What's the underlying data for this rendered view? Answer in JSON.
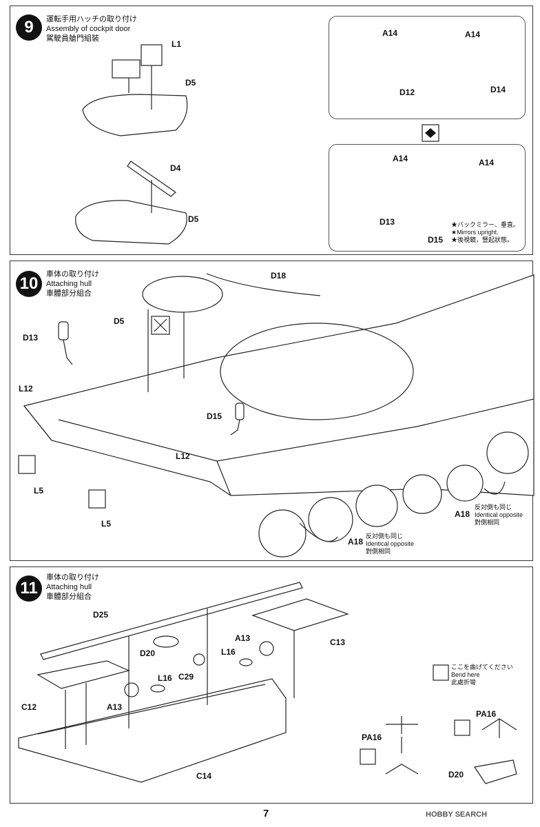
{
  "step9": {
    "number": "9",
    "title_jp": "運転手用ハッチの取り付け",
    "title_en": "Assembly of cockpit door",
    "title_zh": "駕駛員艙門組裝",
    "labels": {
      "l1": "L1",
      "d5a": "D5",
      "d4": "D4",
      "d5b": "D5",
      "a14a": "A14",
      "a14b": "A14",
      "d12": "D12",
      "d14": "D14",
      "a14c": "A14",
      "a14d": "A14",
      "d13": "D13",
      "d15": "D15"
    },
    "note": [
      "★バックミラー、垂直。",
      "★Mirrors upright.",
      "★後視鏡，豎起狀態。"
    ]
  },
  "step10": {
    "number": "10",
    "title_jp": "車体の取り付け",
    "title_en": "Attaching hull",
    "title_zh": "車體部分組合",
    "labels": {
      "d18": "D18",
      "d5": "D5",
      "d13": "D13",
      "l12a": "L12",
      "d15": "D15",
      "l12b": "L12",
      "l5a": "L5",
      "l5b": "L5",
      "a18a": "A18",
      "a18b": "A18"
    },
    "a18_right": [
      "反対側も同じ",
      "Identical opposite",
      "對側相同"
    ],
    "a18_left": [
      "反対側も同じ",
      "Identical opposite",
      "對側相同"
    ]
  },
  "step11": {
    "number": "11",
    "title_jp": "車体の取り付け",
    "title_en": "Attaching hull",
    "title_zh": "車體部分組合",
    "labels": {
      "d25": "D25",
      "c13": "C13",
      "a13a": "A13",
      "d20": "D20",
      "l16a": "L16",
      "c29": "C29",
      "l16b": "L16",
      "c12": "C12",
      "a13b": "A13",
      "c14": "C14",
      "pa16a": "PA16",
      "pa16b": "PA16",
      "d20b": "D20"
    },
    "bend_note": [
      "ここを曲げてください",
      "Bend here",
      "此處折彎"
    ]
  },
  "footer": {
    "page": "7",
    "watermark": "HOBBY SEARCH"
  }
}
